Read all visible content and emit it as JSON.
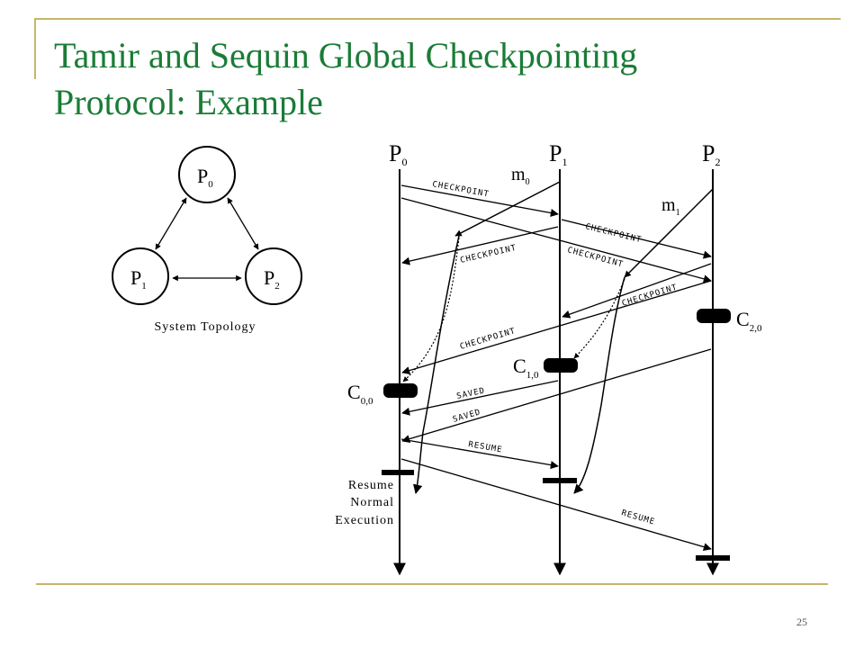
{
  "slide": {
    "title_line1": "Tamir and Sequin Global Checkpointing",
    "title_line2": "Protocol: Example",
    "page_number": "25"
  },
  "topology": {
    "nodes": [
      {
        "base": "P",
        "sub": "0"
      },
      {
        "base": "P",
        "sub": "1"
      },
      {
        "base": "P",
        "sub": "2"
      }
    ],
    "caption": "System Topology"
  },
  "timeline": {
    "processes": [
      {
        "base": "P",
        "sub": "0"
      },
      {
        "base": "P",
        "sub": "1"
      },
      {
        "base": "P",
        "sub": "2"
      }
    ],
    "app_messages": [
      {
        "base": "m",
        "sub": "0"
      },
      {
        "base": "m",
        "sub": "1"
      }
    ],
    "checkpoints": [
      {
        "base": "C",
        "sub": "0,0"
      },
      {
        "base": "C",
        "sub": "1,0"
      },
      {
        "base": "C",
        "sub": "2,0"
      }
    ],
    "control_labels": {
      "checkpoint": "CHECKPOINT",
      "saved": "SAVED",
      "resume": "RESUME"
    },
    "resume_note": [
      "Resume",
      "Normal",
      "Execution"
    ]
  },
  "colors": {
    "title": "#1a7c36",
    "rule": "#c8b46a",
    "ink": "#000000"
  }
}
